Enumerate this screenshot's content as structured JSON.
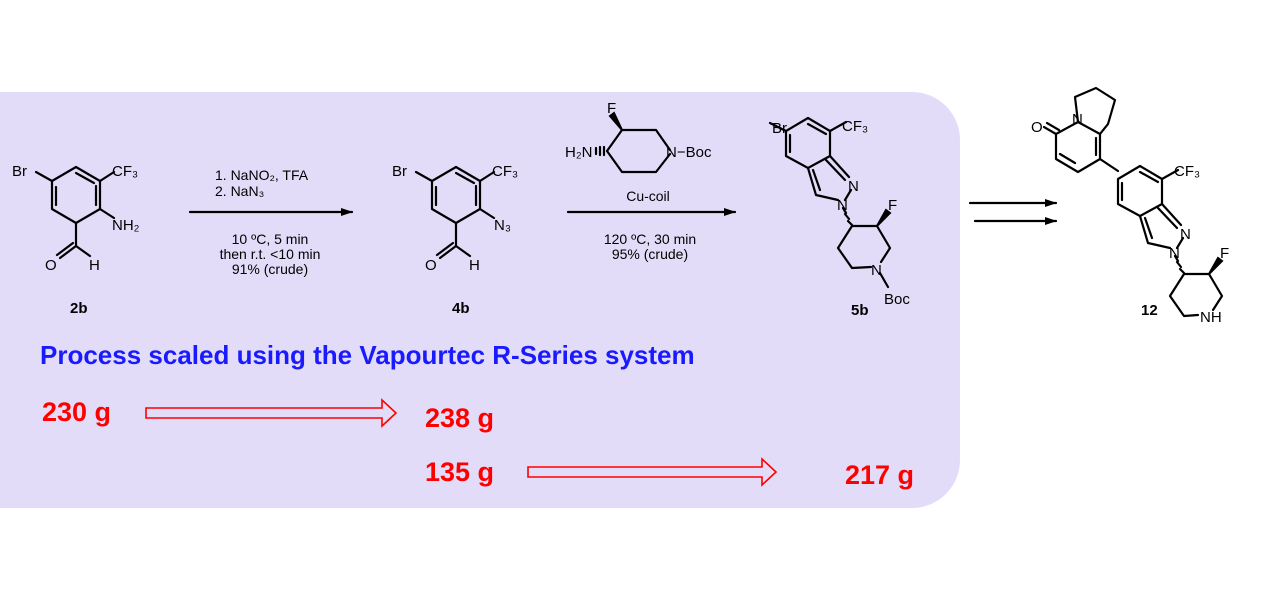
{
  "colors": {
    "panel": "#e3dcf8",
    "highlight_blue": "#1a1aff",
    "mass_red": "#ff0000"
  },
  "compounds": {
    "c2b": {
      "label": "2b",
      "br": "Br",
      "cf3": "CF₃",
      "nh2": "NH₂",
      "o": "O",
      "h": "H"
    },
    "c4b": {
      "label": "4b",
      "br": "Br",
      "cf3": "CF₃",
      "n3": "N₃",
      "o": "O",
      "h": "H"
    },
    "c5b": {
      "label": "5b",
      "br": "Br",
      "cf3": "CF₃",
      "n1": "N",
      "n2": "N",
      "f": "F",
      "n": "N",
      "boc": "Boc"
    },
    "c12": {
      "label": "12",
      "o": "O",
      "n": "N",
      "cf3": "CF₃",
      "n1": "N",
      "n2": "N",
      "f": "F",
      "nh": "NH"
    },
    "amine": {
      "f": "F",
      "h2n": "H₂N",
      "nboc": "N−Boc"
    }
  },
  "step1": {
    "reagent1": "1. NaNO₂, TFA",
    "reagent2": "2. NaN₃",
    "cond1": "10 ºC, 5 min",
    "cond2": "then r.t. <10 min",
    "yield": "91% (crude)"
  },
  "step2": {
    "reagent": "Cu-coil",
    "cond1": "120 ºC, 30 min",
    "yield": "95% (crude)"
  },
  "scale": {
    "title": "Process scaled using the Vapourtec R-Series system",
    "in1": "230 g",
    "out1": "238 g",
    "in2": "135 g",
    "out2": "217 g"
  }
}
